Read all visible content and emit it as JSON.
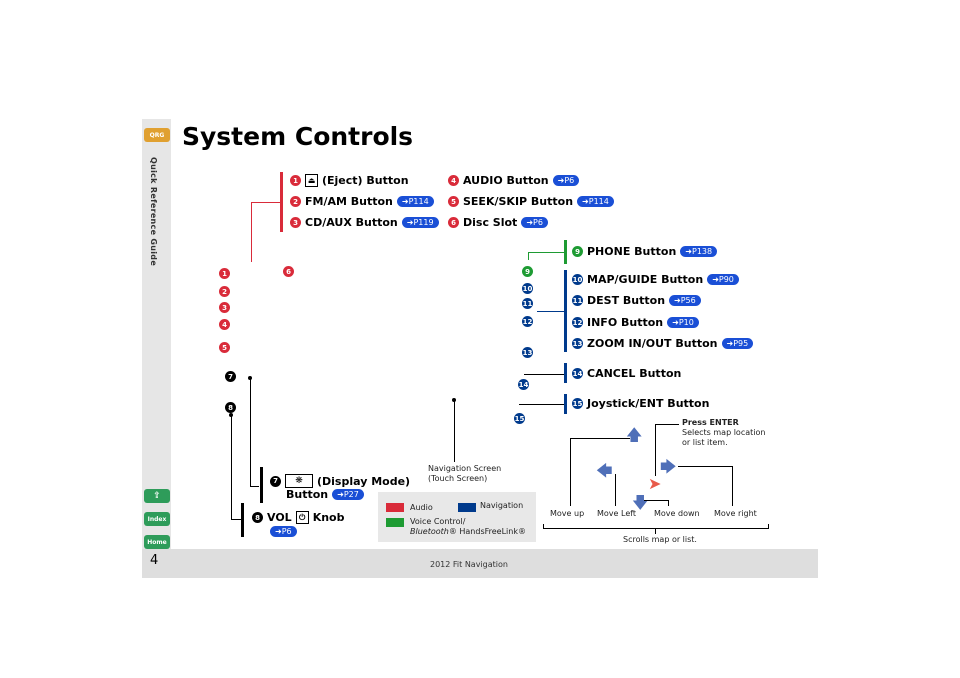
{
  "title": "System Controls",
  "sidebar": {
    "section": "Quick Reference Guide",
    "qrg": "QRG",
    "index": "Index",
    "home": "Home"
  },
  "footer": {
    "page_number": "4",
    "doc_title": "2012 Fit Navigation"
  },
  "red_items": [
    {
      "num": "1",
      "label": "(Eject) Button",
      "ref": ""
    },
    {
      "num": "2",
      "label": "FM/AM Button",
      "ref": "P114"
    },
    {
      "num": "3",
      "label": "CD/AUX Button",
      "ref": "P119"
    },
    {
      "num": "4",
      "label": "AUDIO Button",
      "ref": "P6"
    },
    {
      "num": "5",
      "label": "SEEK/SKIP Button",
      "ref": "P114"
    },
    {
      "num": "6",
      "label": "Disc Slot",
      "ref": "P6"
    }
  ],
  "green_items": [
    {
      "num": "9",
      "label": "PHONE Button",
      "ref": "P138"
    }
  ],
  "navy_items": [
    {
      "num": "10",
      "label": "MAP/GUIDE Button",
      "ref": "P90"
    },
    {
      "num": "11",
      "label": "DEST Button",
      "ref": "P56"
    },
    {
      "num": "12",
      "label": "INFO Button",
      "ref": "P10"
    },
    {
      "num": "13",
      "label": "ZOOM IN/OUT Button",
      "ref": "P95"
    },
    {
      "num": "14",
      "label": "CANCEL Button",
      "ref": ""
    },
    {
      "num": "15",
      "label": "Joystick/ENT Button",
      "ref": ""
    }
  ],
  "item7": {
    "num": "7",
    "label": "(Display Mode)",
    "line2": "Button",
    "ref": "P27"
  },
  "item8": {
    "num": "8",
    "label": "VOL",
    "label2": "Knob",
    "ref": "P6"
  },
  "nav_screen": {
    "line1": "Navigation Screen",
    "line2": "(Touch Screen)"
  },
  "legend": {
    "audio": "Audio",
    "navigation": "Navigation",
    "voice_line1": "Voice Control/",
    "voice_line2_italic": "Bluetooth",
    "voice_line2_rest": "® HandsFreeLink®"
  },
  "joystick": {
    "press_line1": "Press ENTER",
    "press_line2": "Selects map location",
    "press_line3": "or list item.",
    "move_up": "Move up",
    "move_left": "Move Left",
    "move_down": "Move down",
    "move_right": "Move right",
    "scrolls": "Scrolls map or list."
  },
  "colors": {
    "audio": "#d92b3a",
    "voice": "#1e9b33",
    "navigation": "#003a8c",
    "ref": "#1a4fd6"
  }
}
